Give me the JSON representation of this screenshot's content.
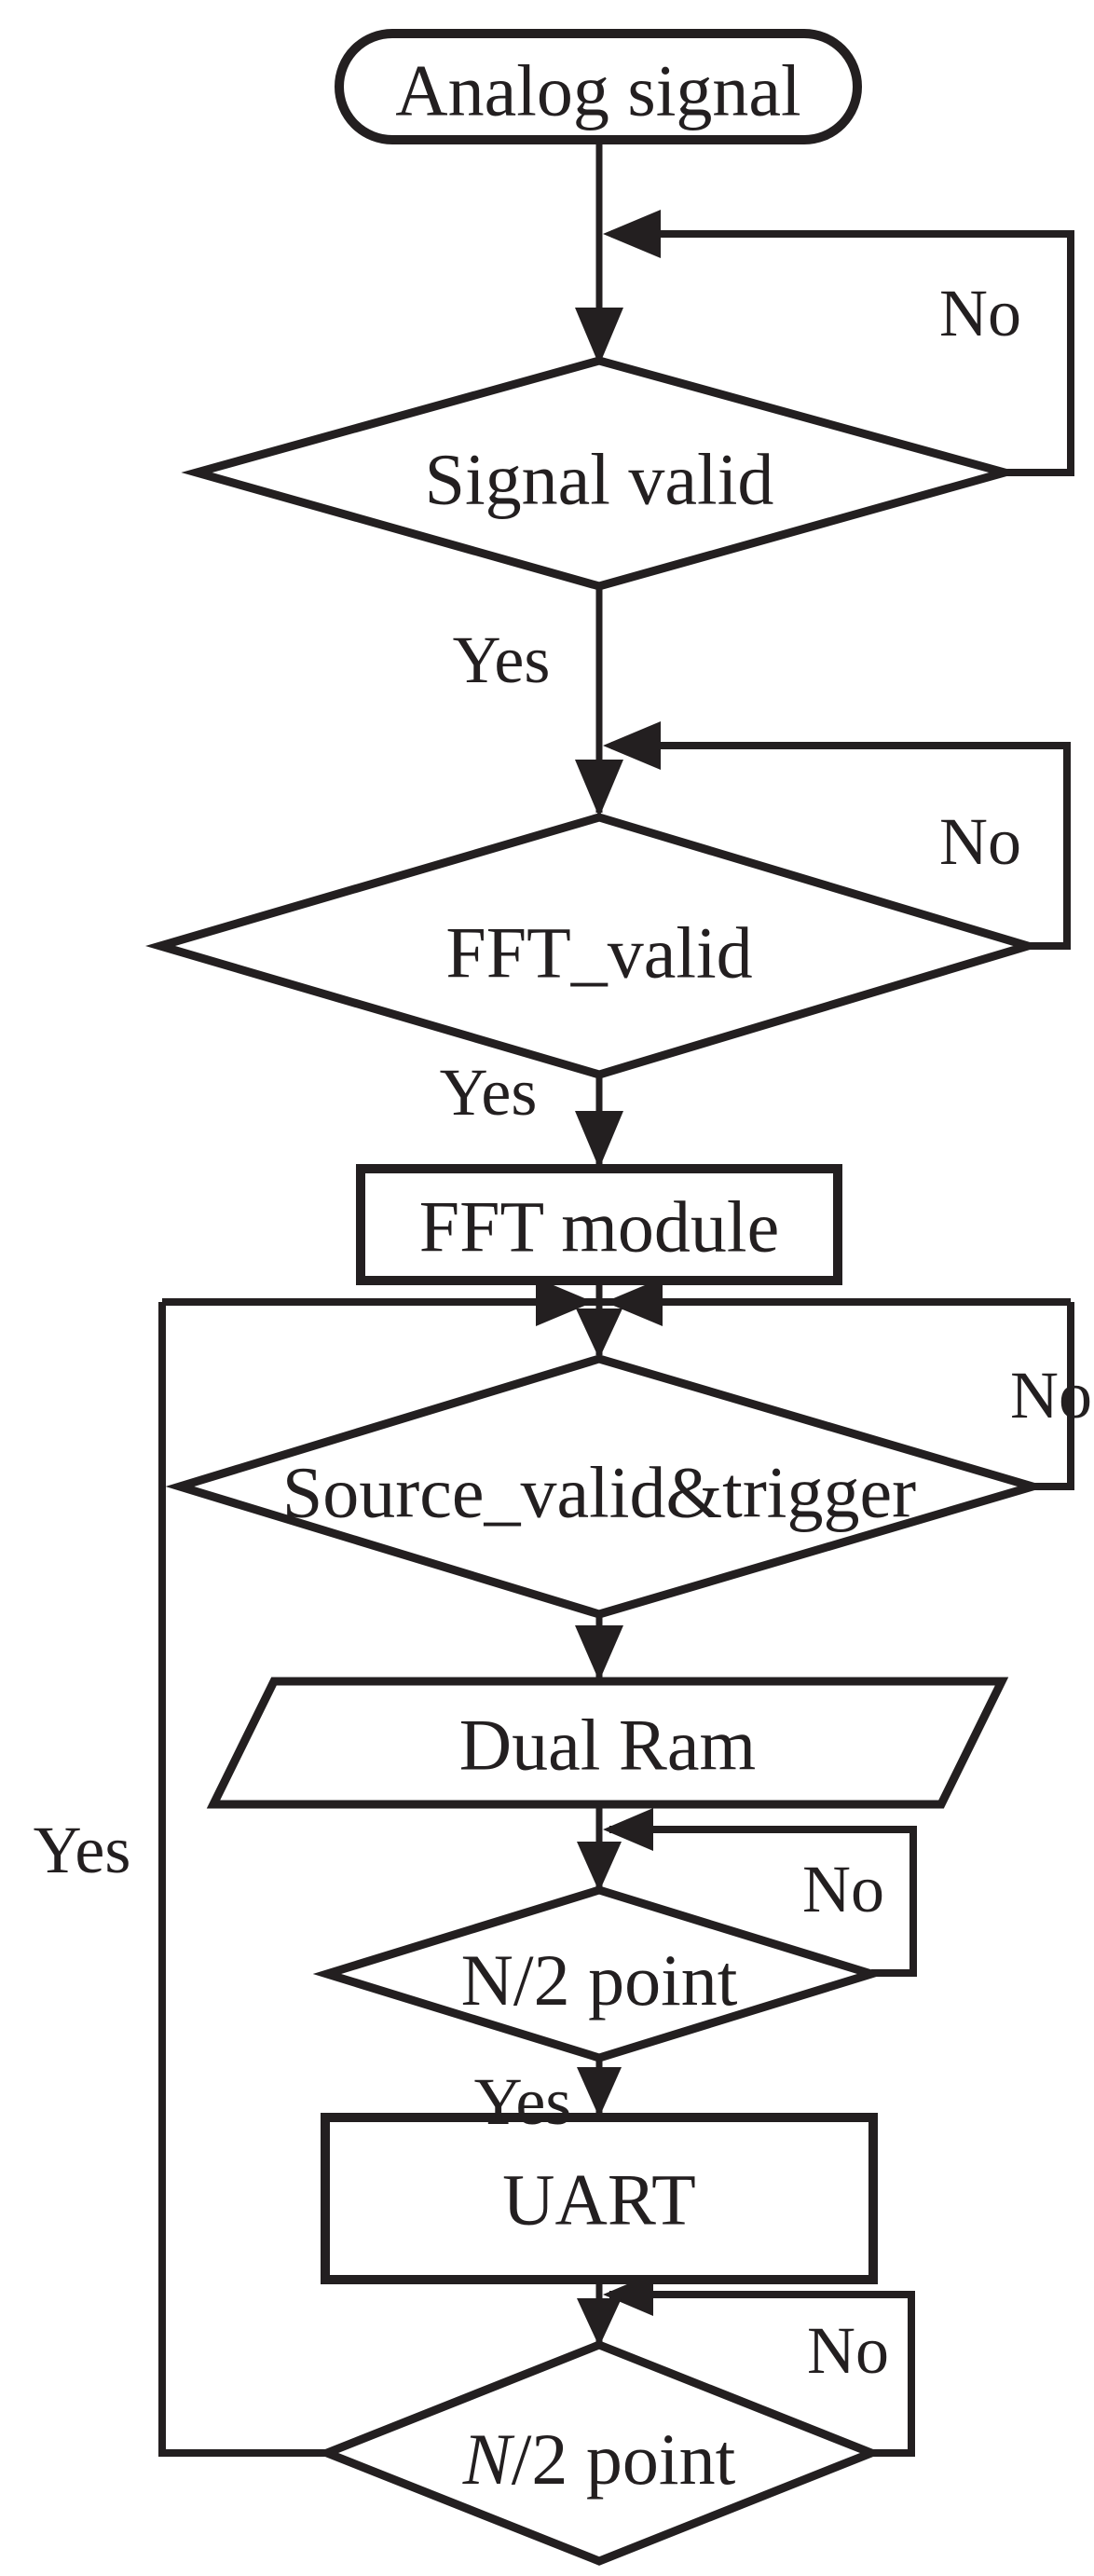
{
  "figure": {
    "background": "#ffffff",
    "stroke_color": "#231f20",
    "nodes": {
      "start": {
        "type": "terminator",
        "label": "Analog signal"
      },
      "signal_valid": {
        "type": "decision",
        "label": "Signal valid"
      },
      "fft_valid": {
        "type": "decision",
        "label": "FFT_valid"
      },
      "fft_module": {
        "type": "process",
        "label": "FFT module"
      },
      "source_valid_trigger": {
        "type": "decision",
        "label": "Source_valid&trigger"
      },
      "dual_ram": {
        "type": "io",
        "label": "Dual Ram"
      },
      "n2_point_check1": {
        "type": "decision",
        "label_var": "N",
        "label_rest": "/2 point"
      },
      "uart": {
        "type": "process",
        "label": "UART"
      },
      "n2_point_check2": {
        "type": "decision",
        "label_var": "N",
        "label_rest": "/2 point",
        "var_italic": true
      }
    },
    "edge_labels": {
      "no_signal_valid": "No",
      "yes_signal_valid": "Yes",
      "no_fft_valid": "No",
      "yes_fft_valid": "Yes",
      "no_source_valid": "No",
      "no_n2_point1": "No",
      "yes_n2_point1": "Yes",
      "no_n2_point2": "No",
      "yes_loop_left": "Yes"
    }
  }
}
